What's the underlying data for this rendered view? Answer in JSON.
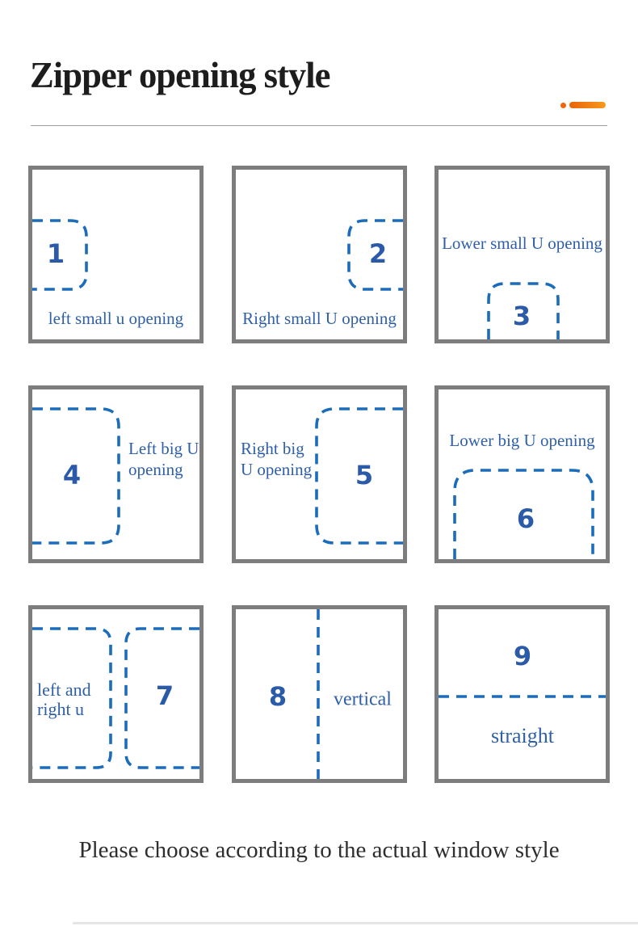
{
  "page": {
    "title": "Zipper opening style",
    "footer_note": "Please choose according to the actual window style"
  },
  "styles": [
    {
      "number": "1",
      "label": "left small u opening"
    },
    {
      "number": "2",
      "label": "Right small U opening"
    },
    {
      "number": "3",
      "label": "Lower small U opening"
    },
    {
      "number": "4",
      "label_line1": "Left big U",
      "label_line2": "opening"
    },
    {
      "number": "5",
      "label_line1": "Right big",
      "label_line2": "U opening"
    },
    {
      "number": "6",
      "label": "Lower big U opening"
    },
    {
      "number": "7",
      "label_line1": "left and",
      "label_line2": "right u"
    },
    {
      "number": "8",
      "label": "vertical"
    },
    {
      "number": "9",
      "label": "straight"
    }
  ],
  "colors": {
    "dash_blue": "#1b6cba",
    "number_blue": "#2a5aa8",
    "label_blue": "#2e5fa8",
    "box_border_gray": "#7d7d7d",
    "accent_orange": "#f28118",
    "title_color": "#1d1d1d"
  }
}
